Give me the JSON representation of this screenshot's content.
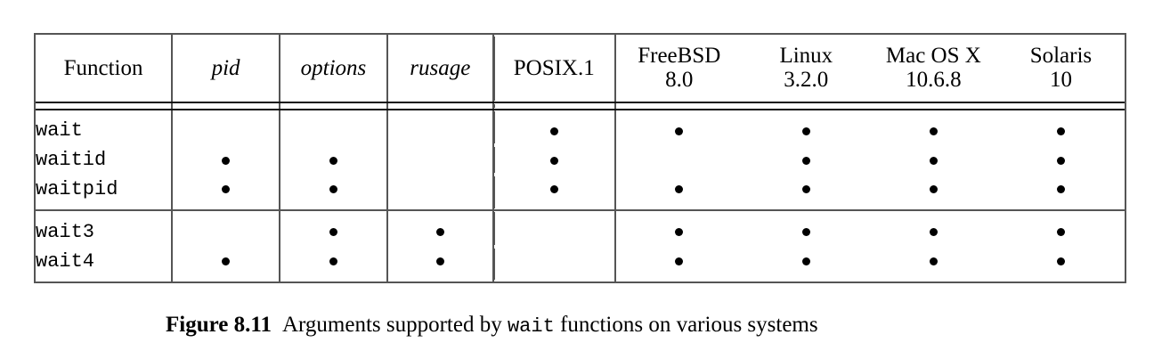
{
  "figure": {
    "caption_label": "Figure 8.11",
    "caption_text_before": "Arguments supported by",
    "caption_mono": "wait",
    "caption_text_after": "functions on various systems"
  },
  "table": {
    "columns": [
      {
        "key": "function",
        "label": "Function",
        "style": "upright",
        "align": "left"
      },
      {
        "key": "pid",
        "label": "pid",
        "style": "italic",
        "align": "center"
      },
      {
        "key": "options",
        "label": "options",
        "style": "italic",
        "align": "center"
      },
      {
        "key": "rusage",
        "label": "rusage",
        "style": "italic",
        "align": "center"
      },
      {
        "key": "posix",
        "label": "POSIX.1",
        "label2": "",
        "style": "upright",
        "align": "center"
      },
      {
        "key": "freebsd",
        "label": "FreeBSD",
        "label2": "8.0",
        "style": "upright",
        "align": "center"
      },
      {
        "key": "linux",
        "label": "Linux",
        "label2": "3.2.0",
        "style": "upright",
        "align": "center"
      },
      {
        "key": "macosx",
        "label": "Mac OS X",
        "label2": "10.6.8",
        "style": "upright",
        "align": "center"
      },
      {
        "key": "solaris",
        "label": "Solaris",
        "label2": "10",
        "style": "upright",
        "align": "center"
      }
    ],
    "groups": [
      {
        "rows": [
          {
            "function": "wait",
            "pid": false,
            "options": false,
            "rusage": false,
            "posix": true,
            "freebsd": true,
            "linux": true,
            "macosx": true,
            "solaris": true
          },
          {
            "function": "waitid",
            "pid": true,
            "options": true,
            "rusage": false,
            "posix": true,
            "freebsd": false,
            "linux": true,
            "macosx": true,
            "solaris": true
          },
          {
            "function": "waitpid",
            "pid": true,
            "options": true,
            "rusage": false,
            "posix": true,
            "freebsd": true,
            "linux": true,
            "macosx": true,
            "solaris": true
          }
        ]
      },
      {
        "rows": [
          {
            "function": "wait3",
            "pid": false,
            "options": true,
            "rusage": true,
            "posix": false,
            "freebsd": true,
            "linux": true,
            "macosx": true,
            "solaris": true
          },
          {
            "function": "wait4",
            "pid": true,
            "options": true,
            "rusage": true,
            "posix": false,
            "freebsd": true,
            "linux": true,
            "macosx": true,
            "solaris": true
          }
        ]
      }
    ],
    "mark_symbol": "dot"
  },
  "colors": {
    "rule": "#555555",
    "rule_dark": "#111111",
    "text": "#000000",
    "background": "#ffffff"
  }
}
